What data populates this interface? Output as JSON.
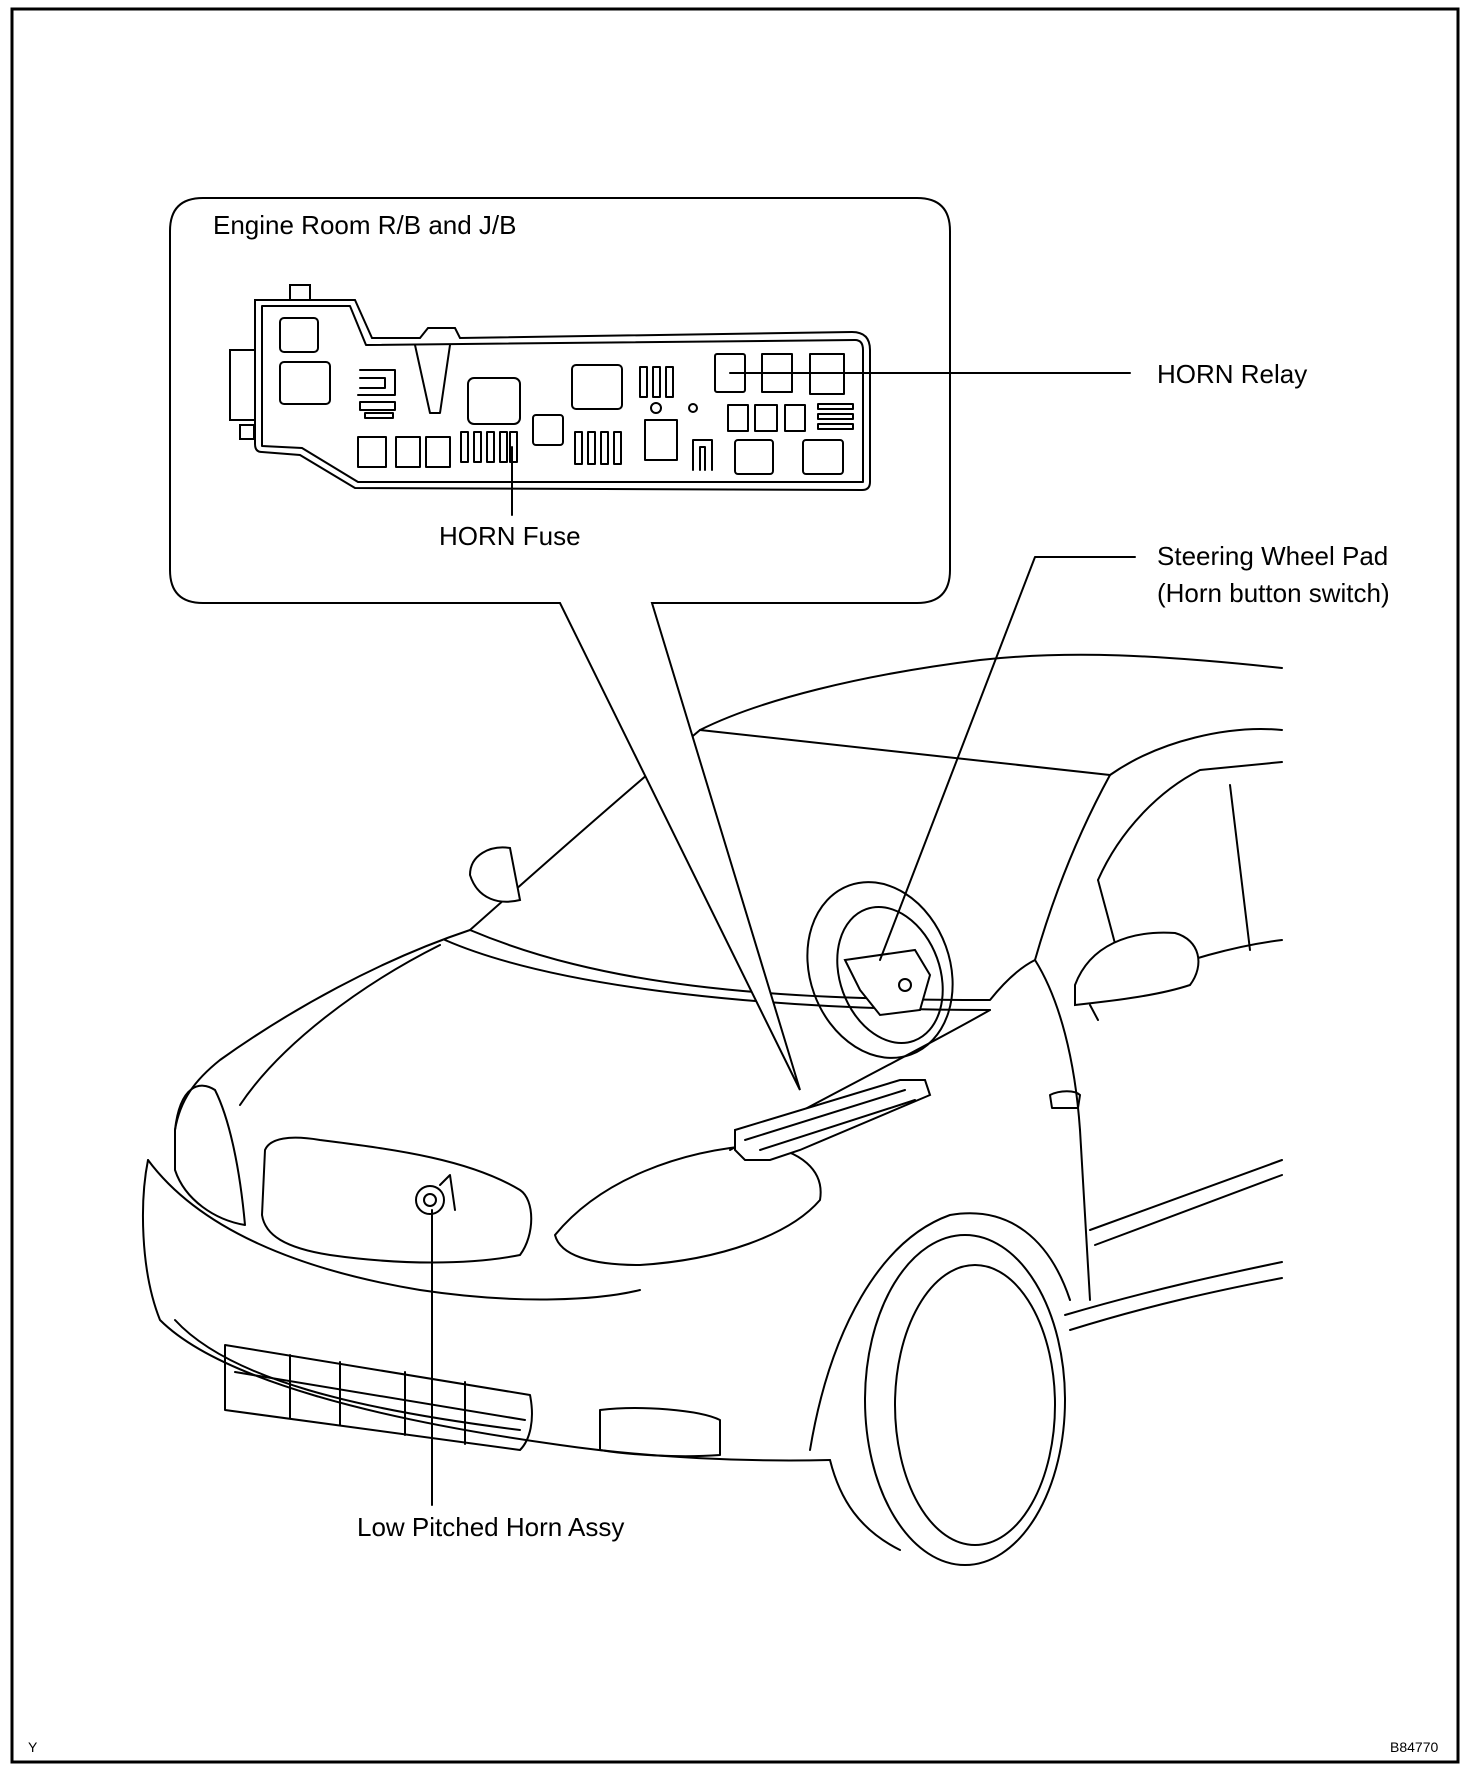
{
  "figure": {
    "frame_letter": "Y",
    "figure_id": "B84770"
  },
  "callout": {
    "title": "Engine Room R/B and J/B",
    "horn_relay": "HORN Relay",
    "horn_fuse": "HORN Fuse"
  },
  "labels": {
    "steering_pad_line1": "Steering Wheel Pad",
    "steering_pad_line2": "(Horn button switch)",
    "low_horn": "Low Pitched Horn Assy"
  }
}
